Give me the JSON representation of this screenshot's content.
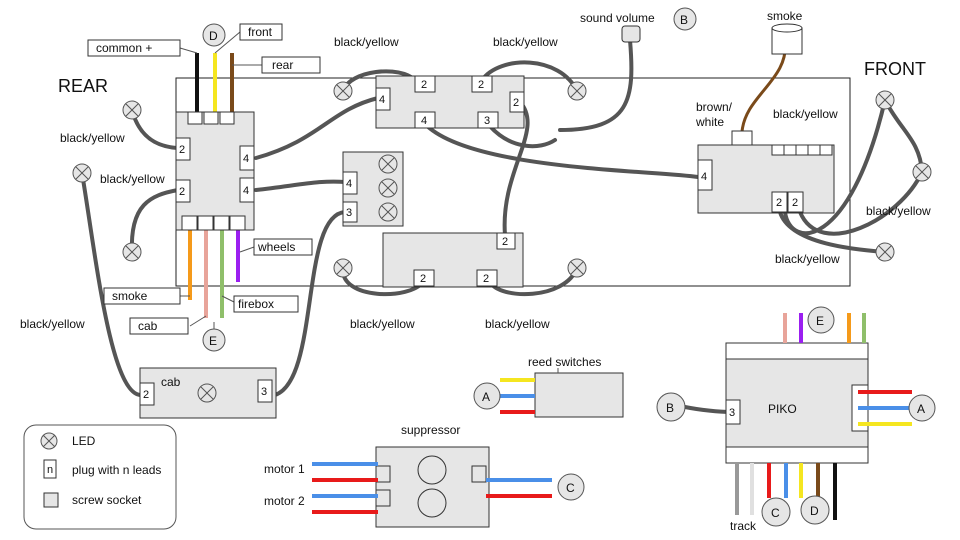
{
  "labels": {
    "rear": "REAR",
    "front": "FRONT",
    "common_plus": "common +",
    "front_wire": "front",
    "rear_wire": "rear",
    "d": "D",
    "b": "B",
    "e": "E",
    "a": "A",
    "c": "C",
    "sound_volume": "sound volume",
    "smoke_top": "smoke",
    "brown_white_1": "brown/",
    "brown_white_2": "white",
    "black_yellow": "black/yellow",
    "wheels": "wheels",
    "smoke": "smoke",
    "cab": "cab",
    "firebox": "firebox",
    "reed_switches": "reed switches",
    "suppressor": "suppressor",
    "motor1": "motor 1",
    "motor2": "motor 2",
    "piko": "PIKO",
    "track": "track"
  },
  "plugs": {
    "two": "2",
    "three": "3",
    "four": "4"
  },
  "legend": {
    "led": "LED",
    "plug": "plug with n leads",
    "plug_symbol": "n",
    "screw": "screw socket"
  },
  "colors": {
    "black": "#111111",
    "yellow": "#f5e620",
    "brown": "#7a4a1a",
    "orange": "#f59a1a",
    "pink": "#e8a49a",
    "green": "#8fbf6a",
    "purple": "#9b1ff0",
    "blue": "#4a8fe8",
    "red": "#e81a1a",
    "grey": "#999999",
    "lightgrey": "#e6e6e6"
  }
}
